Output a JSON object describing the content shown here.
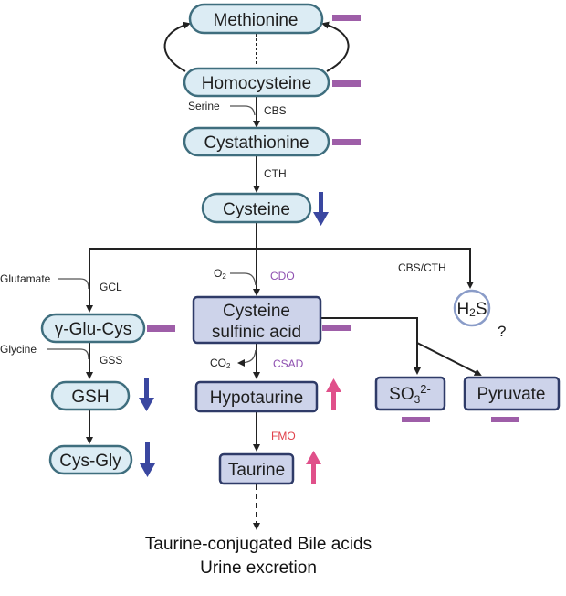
{
  "colors": {
    "ellipse_fill": "#dcecf4",
    "ellipse_stroke": "#3f6e7e",
    "rect_fill": "#cdd3ea",
    "rect_stroke": "#2f3b68",
    "circle_fill": "#ffffff",
    "circle_stroke": "#8a9cc8",
    "no_change": "#9e5ea8",
    "decrease": "#3a47a0",
    "increase": "#e0508a",
    "enzyme_purple": "#8e4fb0",
    "enzyme_red": "#e0404a",
    "line": "#222222"
  },
  "nodes": {
    "methionine": {
      "label": "Methionine",
      "change": "no-change"
    },
    "homocysteine": {
      "label": "Homocysteine",
      "change": "no-change"
    },
    "cystathionine": {
      "label": "Cystathionine",
      "change": "no-change"
    },
    "cysteine": {
      "label": "Cysteine",
      "change": "decrease"
    },
    "glu_cys": {
      "label": "γ-Glu-Cys",
      "change": "no-change"
    },
    "gsh": {
      "label": "GSH",
      "change": "decrease"
    },
    "cys_gly": {
      "label": "Cys-Gly",
      "change": "decrease"
    },
    "csa": {
      "label_line1": "Cysteine",
      "label_line2": "sulfinic acid",
      "change": "no-change"
    },
    "hypotaurine": {
      "label": "Hypotaurine",
      "change": "increase"
    },
    "taurine": {
      "label": "Taurine",
      "change": "increase"
    },
    "h2s": {
      "label_h": "H",
      "label_2": "2",
      "label_s": "S",
      "uncertain": "?"
    },
    "so3": {
      "label_so": "SO",
      "label_3": "3",
      "label_charge": "2-",
      "change": "no-change"
    },
    "pyruvate": {
      "label": "Pyruvate",
      "change": "no-change"
    }
  },
  "enzymes": {
    "cbs": "CBS",
    "cth": "CTH",
    "gcl": "GCL",
    "gss": "GSS",
    "cdo": "CDO",
    "csad": "CSAD",
    "fmo": "FMO",
    "cbs_cth": "CBS/CTH"
  },
  "cosubstrates": {
    "serine": "Serine",
    "glutamate": "Glutamate",
    "glycine": "Glycine",
    "o2_o": "O",
    "o2_2": "2",
    "co2_co": "CO",
    "co2_2": "2"
  },
  "footer": {
    "line1": "Taurine-conjugated Bile acids",
    "line2": "Urine excretion"
  }
}
